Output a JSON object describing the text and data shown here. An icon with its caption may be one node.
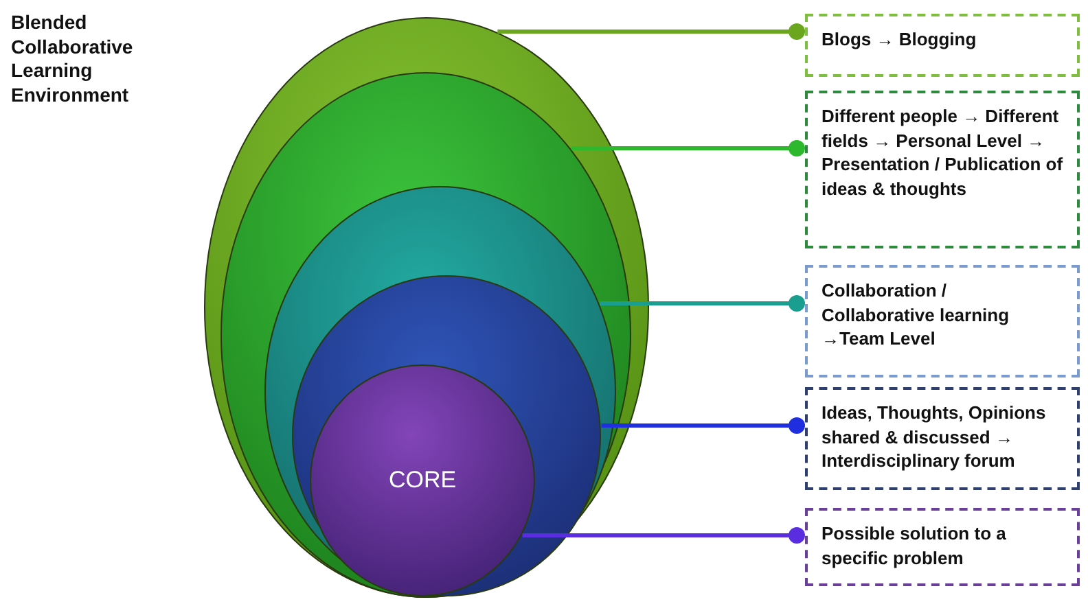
{
  "diagram": {
    "title": "Blended Collaborative Learning Environment",
    "nodes": [
      {
        "text": [],
        "shape": "circle"
      },
      {
        "text": [],
        "shape": "circle",
        "in": 0
      },
      {
        "text": [],
        "shape": "circle",
        "in": 1
      },
      {
        "text": [],
        "shape": "circle",
        "in": 2
      },
      {
        "text": [
          "CORE"
        ],
        "in": 3
      },
      {
        "text": [
          "Blogs → Blogging"
        ]
      },
      {
        "text": [
          "Different people → Different fields → Personal Level → Presentation / Publication of ideas & thoughts"
        ]
      },
      {
        "text": [
          "Collaboration / Collaborative learning →Team Level"
        ]
      },
      {
        "text": [
          "Ideas, Thoughts, Opinions shared & discussed → Interdisciplinary forum"
        ]
      },
      {
        "text": [
          "Possible solution to a specific problem"
        ]
      }
    ],
    "edges": [
      {
        "from": 0,
        "to": 5,
        "arrow": "other",
        "color": "#6aa61e"
      },
      {
        "from": 1,
        "to": 6,
        "arrow": "other",
        "color": "#2eb82e"
      },
      {
        "from": 2,
        "to": 7,
        "arrow": "other",
        "color": "#1a9e8f"
      },
      {
        "from": 3,
        "to": 8,
        "arrow": "other",
        "color": "#1f2fe0"
      },
      {
        "from": 4,
        "to": 9,
        "arrow": "other",
        "color": "#5a2ee0"
      }
    ]
  }
}
